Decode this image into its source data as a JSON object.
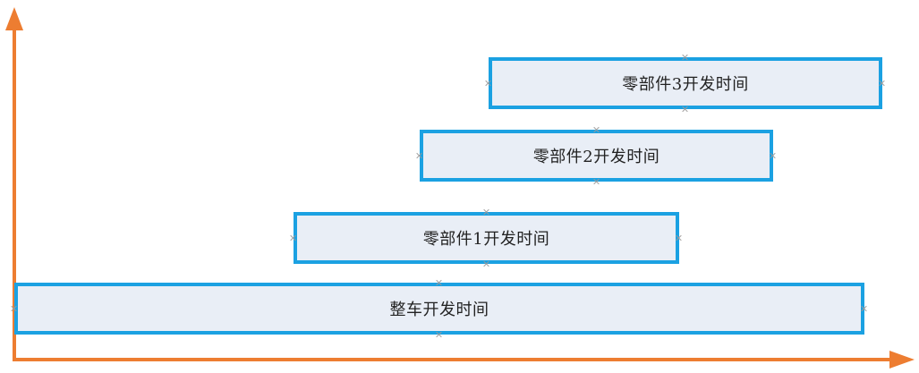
{
  "colors": {
    "axis": "#ed7d31",
    "bar_border": "#1ba1e2",
    "bar_fill": "#e9eef6"
  },
  "bars": [
    {
      "label": "零部件3开发时间"
    },
    {
      "label": "零部件2开发时间"
    },
    {
      "label": "零部件1开发时间"
    },
    {
      "label": "整车开发时间"
    }
  ]
}
